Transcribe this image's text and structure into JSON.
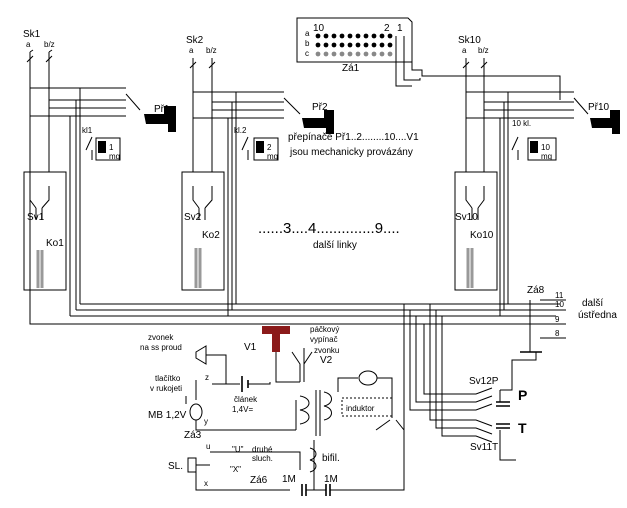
{
  "lines": [
    {
      "sk": "Sk1",
      "pr": "Př1",
      "kl": "kl1",
      "mg_num": "1",
      "mg": "mg",
      "sv": "Sv1",
      "ko": "Ko1"
    },
    {
      "sk": "Sk2",
      "pr": "Př2",
      "kl": "kl.2",
      "mg_num": "2",
      "mg": "mg",
      "sv": "Sv2",
      "ko": "Ko2"
    },
    {
      "sk": "Sk10",
      "pr": "Př10",
      "kl": "10 kl.",
      "mg_num": "10",
      "mg": "mg",
      "sv": "Sv10",
      "ko": "Ko10"
    }
  ],
  "terminal_ab": {
    "a": "a",
    "bz": "b/z"
  },
  "connector": {
    "name": "Zá1",
    "top_left": "10",
    "top_right": "2",
    "top_far": "1",
    "row_a": "a",
    "row_b": "b",
    "row_c": "c"
  },
  "note": {
    "line1": "přepínače Př1..2........10....V1",
    "line2": "jsou mechanicky provázány"
  },
  "more_lines": {
    "numbers": "......3....4..............9....",
    "caption": "další linky"
  },
  "za8": {
    "name": "Zá8",
    "pins": [
      "11",
      "10",
      "9",
      "8"
    ],
    "dalsi": "další",
    "ustredna": "ústředna"
  },
  "lower": {
    "zvonek": "zvonek",
    "zvonek2": "na ss proud",
    "v1": "V1",
    "packovy": "páčkový",
    "vypinac": "vypínač",
    "zvonku": "zvonku",
    "v2": "V2",
    "tlacitko": "tlačítko",
    "v_rukojeti": "v rukojeti",
    "z": "z",
    "clanek": "článek",
    "clanek_v": "1,4V=",
    "mb": "MB 1,2V",
    "y": "y",
    "za3": "Zá3",
    "u": "u",
    "u_label": "\"U\"",
    "druhe": "druhé",
    "sluch": "sluch.",
    "x_label": "\"X\"",
    "za6": "Zá6",
    "sl": "SL.",
    "x": "x",
    "c1": "1M",
    "c2": "1M",
    "bifil": "bifil.",
    "induktor": "induktor",
    "sv12p": "Sv12P",
    "p": "P",
    "sv11t": "Sv11T",
    "t": "T"
  }
}
